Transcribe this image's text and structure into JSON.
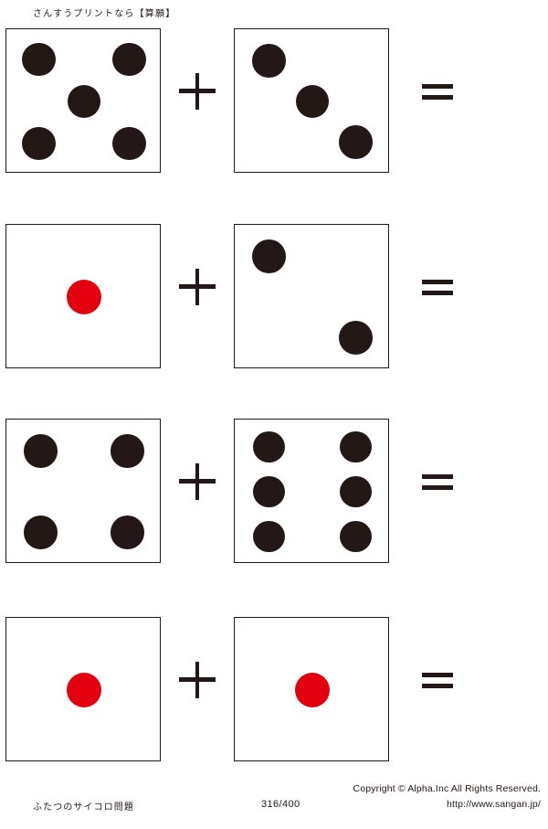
{
  "header": {
    "text": "さんすうプリントなら【算願】"
  },
  "colors": {
    "ink": "#231815",
    "pip_red": "#e3000f",
    "background": "#ffffff"
  },
  "operators": {
    "plus": "+",
    "equals": "="
  },
  "problems": [
    {
      "index": 1,
      "left_die": {
        "value": 5,
        "pip_color": "dark",
        "face_name": "five"
      },
      "right_die": {
        "value": 3,
        "pip_color": "dark",
        "face_name": "three"
      },
      "operator": "+",
      "result": ""
    },
    {
      "index": 2,
      "left_die": {
        "value": 1,
        "pip_color": "red",
        "face_name": "one"
      },
      "right_die": {
        "value": 2,
        "pip_color": "dark",
        "face_name": "two"
      },
      "operator": "+",
      "result": ""
    },
    {
      "index": 3,
      "left_die": {
        "value": 4,
        "pip_color": "dark",
        "face_name": "four"
      },
      "right_die": {
        "value": 6,
        "pip_color": "dark",
        "face_name": "six"
      },
      "operator": "+",
      "result": ""
    },
    {
      "index": 4,
      "left_die": {
        "value": 1,
        "pip_color": "red",
        "face_name": "one"
      },
      "right_die": {
        "value": 1,
        "pip_color": "red",
        "face_name": "one"
      },
      "operator": "+",
      "result": ""
    }
  ],
  "footer": {
    "title": "ふたつのサイコロ問題",
    "page": "316/400",
    "copyright": "Copyright ©  Alpha.Inc All Rights Reserved.",
    "url": "http://www.sangan.jp/"
  }
}
